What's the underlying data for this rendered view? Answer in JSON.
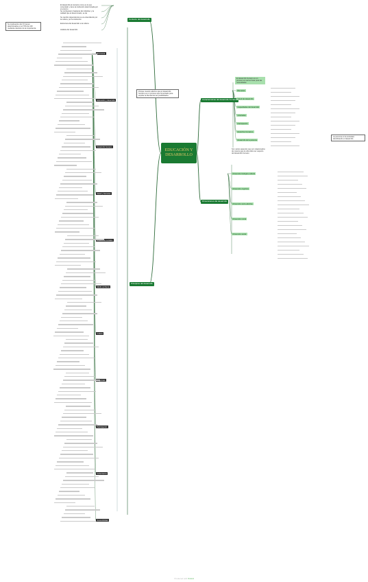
{
  "center": {
    "title": "EDUCACIÓN Y DESARROLLO"
  },
  "center_note": "Porque nuestro afectivo que el desarrollo humano es un proceso que fomentado para ampliar la libertad de las posibilidades",
  "branches": {
    "fuentes": {
      "label": "Contexto del desarrollo",
      "left_note": "Su implicación del XX tienen determinados en el 70% de 100 mediante decisión de la importancia",
      "items": [
        "El desarrollo al contexto como es lo que conectado y tiene la institución determinada por el entorno",
        "Se configuraron bastante del individuo y la calidad que el determinado, se da",
        "Su cambio dependencia se va entendiendo por la cultura, por la institución",
        "Estructura del desarrollo a la cultura",
        "Análisis del desarrollo"
      ]
    },
    "caracteristicas": {
      "label": "Características del desarrollo humano",
      "intro": "El desarrollo humano es un proceso al cual se basa para las necesidades",
      "items": [
        "Bienestar",
        "Salud del desarrollo",
        "Capacidades del desarrollo",
        "Libertades",
        "Participación",
        "Derechos humanos",
        "Desarrollo de la persona"
      ],
      "right_note": "La persona en la sociedad, identificando el desarrollo"
    },
    "dimensiones": {
      "label": "Dimensiones del desarrollo",
      "intro": "Son varios aspectos que son relacionados de manera que la vida debe ser aspecto del desarrollo humano",
      "items": [
        "Dimensión biológico-cultural",
        "Dimensión cognitiva",
        "Dimensión socio-afectiva",
        "Dimensión moral",
        "Dimensión social"
      ]
    },
    "principios": {
      "label": "Principios del desarrollo",
      "items": [
        "Economía",
        "Educación y desarrollo",
        "Desarrollo humano",
        "Salud y bienestar",
        "Relaciones sociales",
        "Medio ambiente",
        "Cultura",
        "Seguridad",
        "Participación",
        "Gobernanza",
        "Sostenibilidad"
      ]
    }
  },
  "footer": {
    "prefix": "Produced with",
    "brand": "Xmind"
  }
}
